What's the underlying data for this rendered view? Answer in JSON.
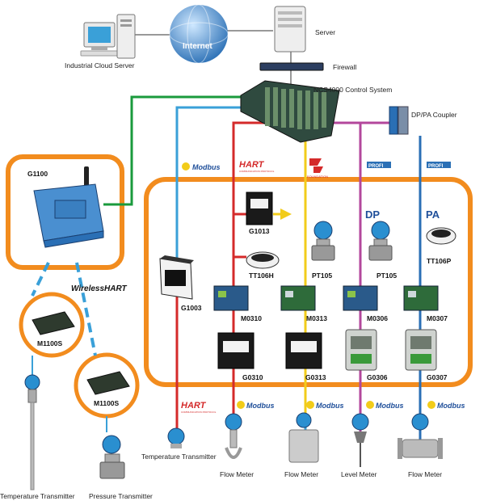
{
  "colors": {
    "orange": "#f28c1e",
    "green_line": "#1a9a3c",
    "blue_line": "#3aa0d8",
    "red_line": "#d42a2a",
    "yellow_line": "#f2cc1a",
    "purple_line": "#b3479c",
    "dark_blue_line": "#2a6fb5"
  },
  "labels": {
    "cloud_server": "Industrial Cloud Server",
    "internet": "Internet",
    "server": "Server",
    "firewall": "Firewall",
    "control_system": "NCS4000 Control System",
    "coupler": "DP/PA  Coupler",
    "g1100": "G1100",
    "wirelesshart": "WirelessHART",
    "m1100s_a": "M1100S",
    "m1100s_b": "M1100S",
    "temp_tx_left": "Temperature Transmitter",
    "pressure_tx": "Pressure Transmitter",
    "g1003": "G1003",
    "g1013": "G1013",
    "tt106h": "TT106H",
    "pt105_a": "PT105",
    "pt105_b": "PT105",
    "tt106p": "TT106P",
    "dp": "DP",
    "pa": "PA",
    "m0310": "M0310",
    "m0313": "M0313",
    "m0306": "M0306",
    "m0307": "M0307",
    "g0310": "G0310",
    "g0313": "G0313",
    "g0306": "G0306",
    "g0307": "G0307",
    "temp_tx_mid": "Temperature Transmitter",
    "flow_meter_1": "Flow Meter",
    "flow_meter_2": "Flow Meter",
    "level_meter": "Level Meter",
    "flow_meter_3": "Flow Meter"
  },
  "protocols": {
    "modbus": "Modbus",
    "hart": "HART",
    "hart_sub": "COMMUNICATION PROTOCOL",
    "foundation": "FOUNDATION",
    "profi": "PROFI"
  }
}
